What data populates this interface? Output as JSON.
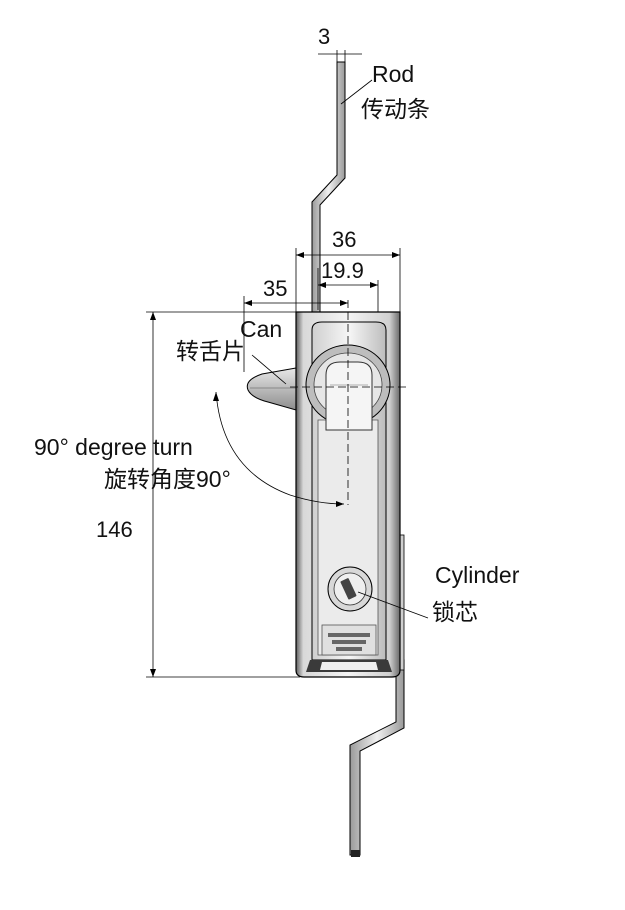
{
  "labels": {
    "rod_en": "Rod",
    "rod_cn": "传动条",
    "cam_en": "Can",
    "cam_cn": "转舌片",
    "turn_en": "90°  degree turn",
    "turn_cn": "旋转角度90°",
    "cylinder_en": "Cylinder",
    "cylinder_cn": "锁芯"
  },
  "dimensions": {
    "rod_width": "3",
    "body_width": "36",
    "cam_offset": "35",
    "axis_offset": "19.9",
    "height": "146"
  },
  "colors": {
    "line": "#000000",
    "metal_light": "#f2f2f2",
    "metal_mid": "#c9c9c9",
    "metal_dark": "#6e6e6e"
  }
}
